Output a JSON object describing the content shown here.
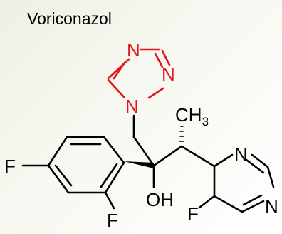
{
  "title": "Voriconazol",
  "colors": {
    "bond": "#000000",
    "triazole": "#e8141b"
  },
  "atoms": {
    "triazole_n_top": "N",
    "triazole_n_right": "N",
    "triazole_n_link": "N",
    "methyl_c": "CH",
    "methyl_sub": "3",
    "hydroxyl": "OH",
    "fluoro_left": "F",
    "fluoro_bottom": "F",
    "fluoro_pyrimidine": "F",
    "pyrimidine_n_top": "N",
    "pyrimidine_n_right": "N"
  }
}
